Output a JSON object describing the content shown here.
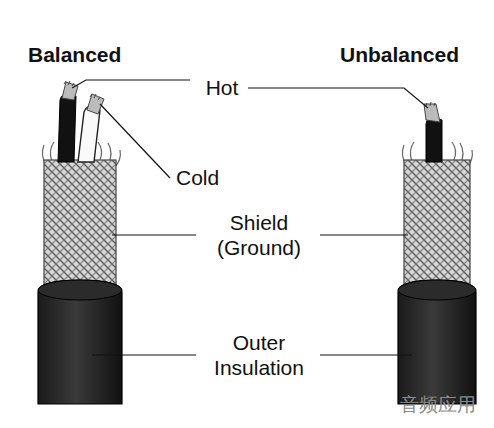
{
  "diagram": {
    "labels": [
      "Balanced",
      "Unbalanced",
      "Hot",
      "Cold",
      "Shield (Ground)",
      "Outer Insulation",
      "音频应用"
    ]
  }
}
